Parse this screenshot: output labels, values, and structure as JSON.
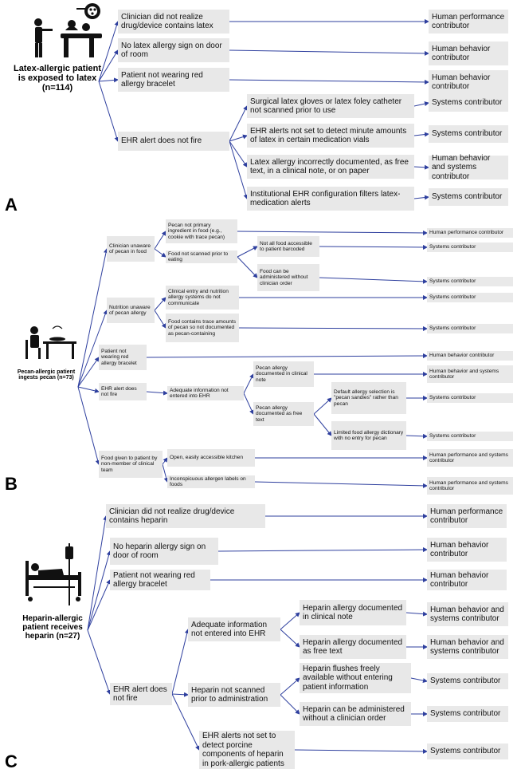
{
  "panels": [
    {
      "letter": "A",
      "root": "Latex-allergic patient is exposed to latex (n=114)",
      "nodes": [
        "Clinician did not realize drug/device contains latex",
        "No latex allergy sign on door of room",
        "Patient not wearing red allergy bracelet",
        "EHR alert does not fire",
        "Surgical latex gloves or latex foley  catheter not scanned prior to use",
        "EHR alerts not set to detect minute amounts of latex in certain medication vials",
        "Latex allergy incorrectly documented, as free text, in a clinical note, or on paper",
        "Institutional EHR configuration filters latex-medication alerts"
      ],
      "outcomes": [
        "Human performance contributor",
        "Human behavior contributor",
        "Human behavior contributor",
        "Systems contributor",
        "Systems contributor",
        "Human behavior and systems contributor",
        "Systems contributor"
      ]
    },
    {
      "letter": "B",
      "root": "Pecan-allergic patient ingests pecan (n=73)",
      "nodes": [
        "Clinician unaware of pecan in food",
        "Pecan not primary ingredient in food (e.g., cookie with trace pecan)",
        "Food not scanned prior to eating",
        "Not all food accessible to patient barcoded",
        "Food can be administered without clinician order",
        "Nutrition unaware of pecan allergy",
        "Clinical entry and nutrition allergy systems do not communicate",
        "Food contains trace amounts of pecan so not documented as pecan-containing",
        "Patient not wearing red allergy bracelet",
        "EHR alert does not fire",
        "Adequate information not entered into EHR",
        "Pecan allergy documented in clinical note",
        "Pecan allergy documented as free text",
        "Default allergy selection is \"pecan sandies\" rather than pecan",
        "Limited food allergy dictionary with no entry for pecan",
        "Food given to patient by non-member of clinical team",
        "Open, easily accessible kitchen",
        "Inconspicuous allergen labels on foods"
      ],
      "outcomes": [
        "Human performance contributor",
        "Systems contributor",
        "Systems contributor",
        "Systems contributor",
        "Systems contributor",
        "Human behavior contributor",
        "Human behavior and systems contributor",
        "Systems contributor",
        "Systems contributor",
        "Human performance and systems contributor",
        "Human performance and systems contributor"
      ]
    },
    {
      "letter": "C",
      "root": "Heparin-allergic patient receives heparin (n=27)",
      "nodes": [
        "Clinician did not realize drug/device contains heparin",
        "No heparin allergy sign on door of room",
        "Patient not wearing red allergy bracelet",
        "EHR alert does not fire",
        "Adequate information not entered into EHR",
        "Heparin allergy documented in clinical note",
        "Heparin allergy documented as free text",
        "Heparin not scanned prior to administration",
        "Heparin flushes freely available without entering patient information",
        "Heparin can be administered without a clinician order",
        "EHR alerts not set to detect porcine components of heparin in pork-allergic patients"
      ],
      "outcomes": [
        "Human performance contributor",
        "Human behavior contributor",
        "Human behavior contributor",
        "Human behavior and systems contributor",
        "Human behavior and systems contributor",
        "Systems contributor",
        "Systems contributor",
        "Systems contributor"
      ]
    }
  ]
}
